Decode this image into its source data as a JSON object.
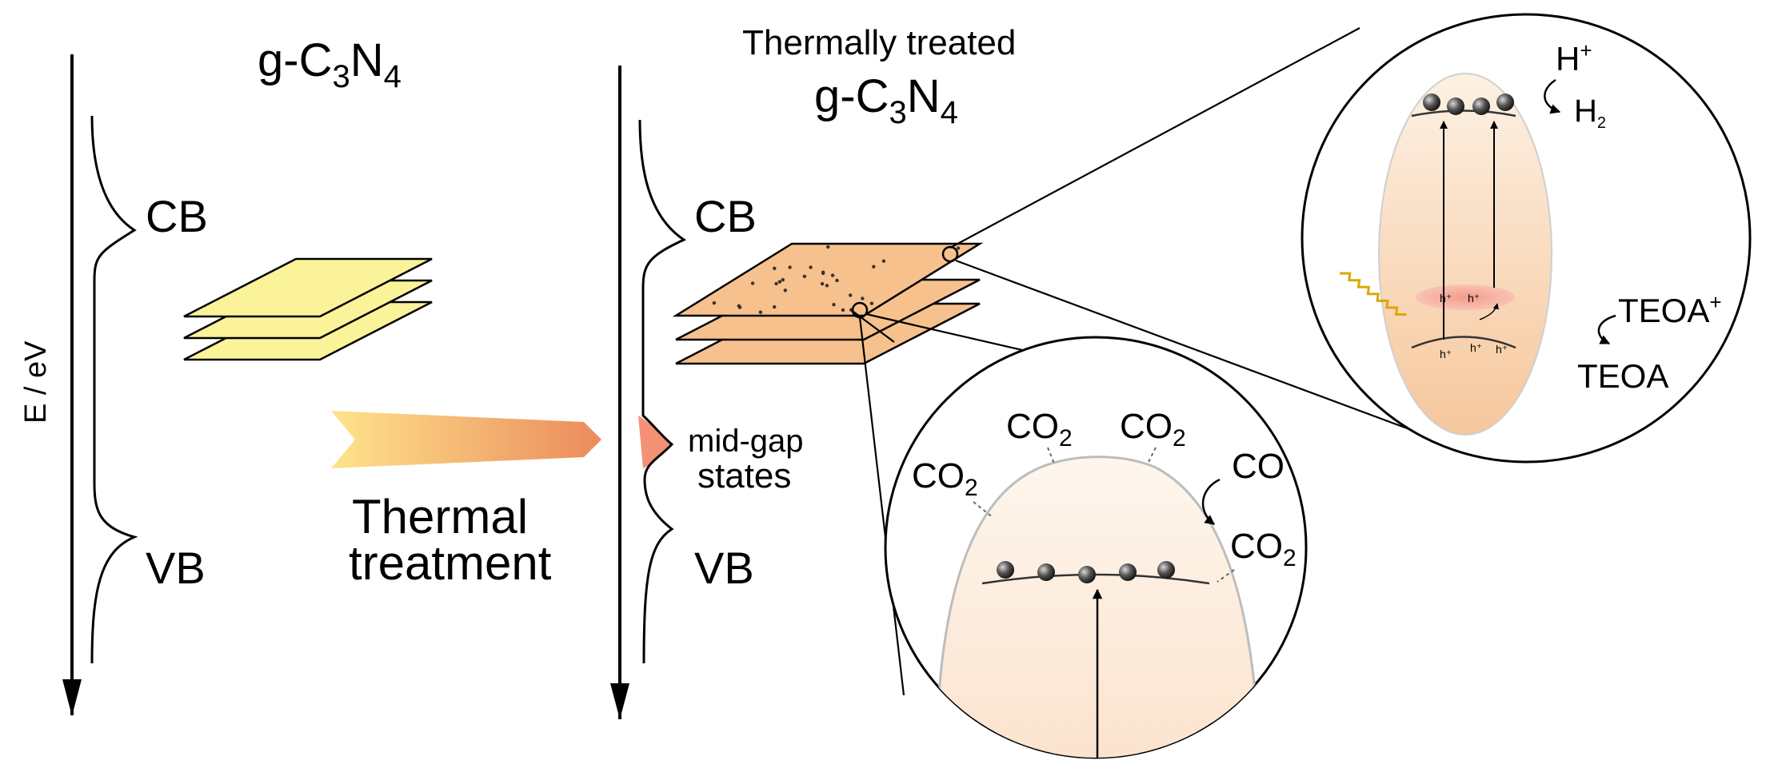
{
  "left_panel": {
    "formula": {
      "prefix": "g-C",
      "sub1": "3",
      "mid": "N",
      "sub2": "4"
    },
    "axis_label": "E / eV",
    "cb_label": "CB",
    "vb_label": "VB",
    "sheet_color": "#fbf39a"
  },
  "arrow": {
    "label_line1": "Thermal",
    "label_line2": "treatment",
    "color_start": "#fdde82",
    "color_end": "#ee8c5e"
  },
  "right_panel": {
    "subtitle": "Thermally treated",
    "formula": {
      "prefix": "g-C",
      "sub1": "3",
      "mid": "N",
      "sub2": "4"
    },
    "cb_label": "CB",
    "vb_label": "VB",
    "midgap_line1": "mid-gap",
    "midgap_line2": "states",
    "sheet_color": "#f6c18c"
  },
  "zoom_top": {
    "h_plus": {
      "base": "H",
      "sup": "+"
    },
    "h2": {
      "base": "H",
      "sub": "2"
    },
    "teoa_plus": {
      "base": "TEOA",
      "sup": "+"
    },
    "teoa": "TEOA",
    "holes": [
      "h⁺",
      "h⁺",
      "h⁺",
      "h⁺",
      "h⁺"
    ]
  },
  "zoom_bottom": {
    "co": "CO",
    "co2_labels": [
      {
        "base": "CO",
        "sub": "2"
      },
      {
        "base": "CO",
        "sub": "2"
      },
      {
        "base": "CO",
        "sub": "2"
      },
      {
        "base": "CO",
        "sub": "2"
      }
    ]
  }
}
